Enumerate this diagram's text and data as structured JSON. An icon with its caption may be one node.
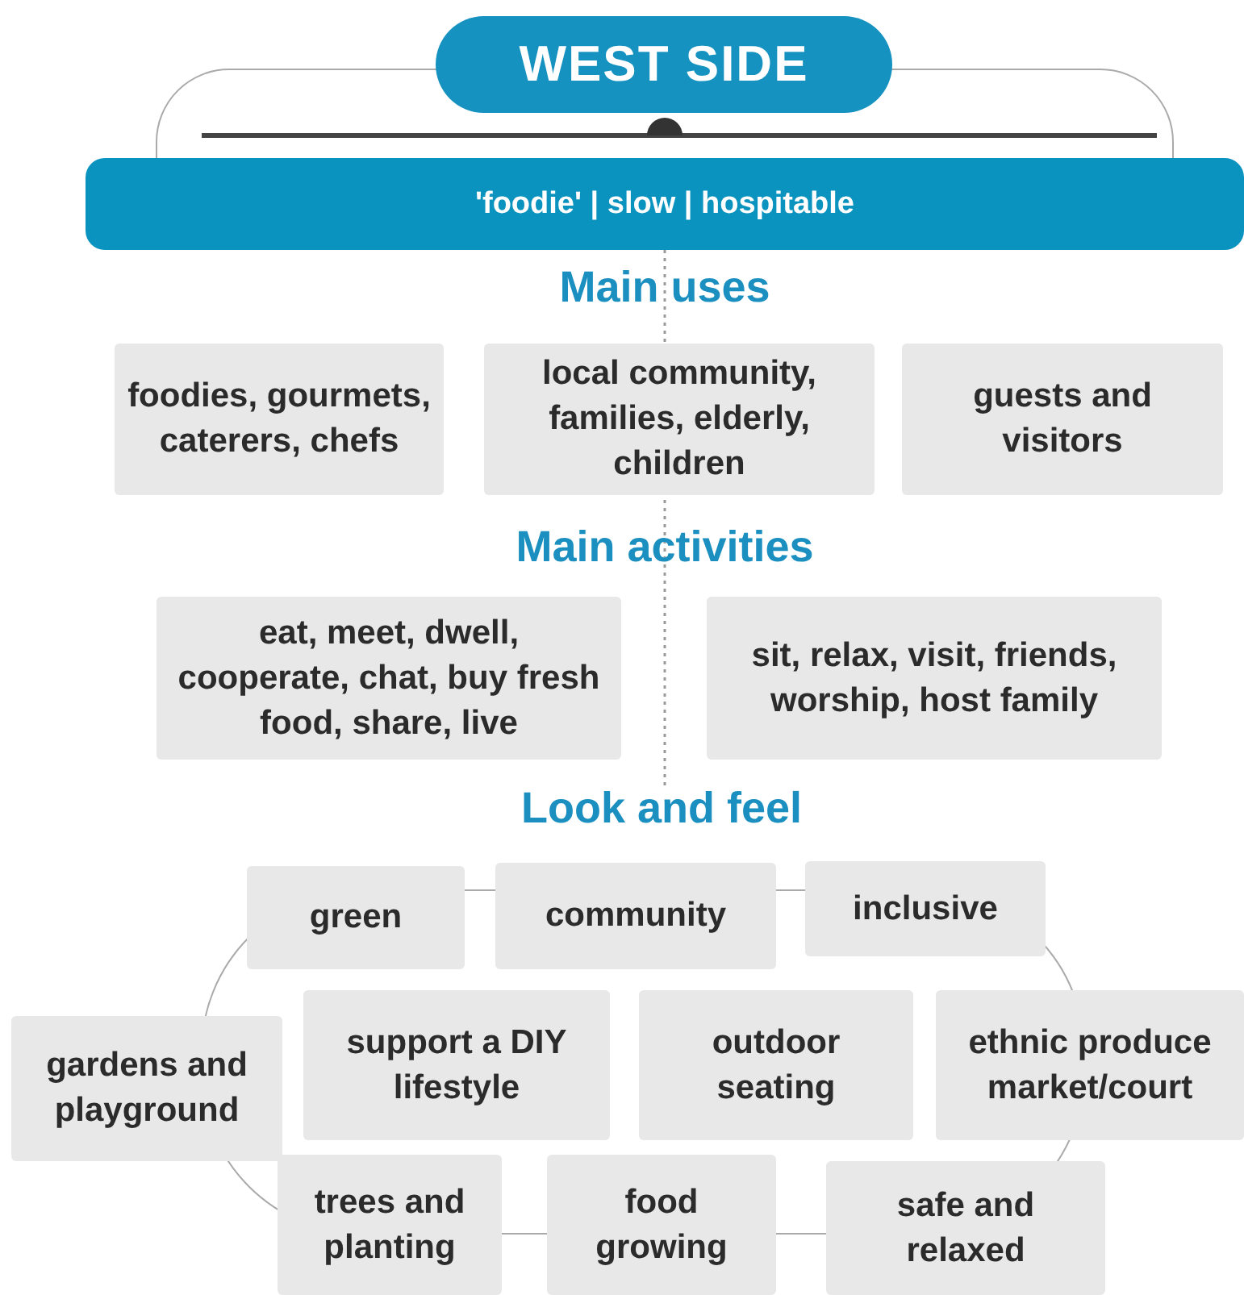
{
  "diagram": {
    "title": "WEST SIDE",
    "nodes": [
      {
        "text": [
          "'foodie' | slow | hospitable"
        ]
      },
      {
        "text": [
          "foodies, gourmets, caterers, chefs"
        ]
      },
      {
        "text": [
          "local community, families, elderly, children"
        ]
      },
      {
        "text": [
          "guests and visitors"
        ]
      },
      {
        "text": [
          "eat, meet, dwell, cooperate, chat, buy fresh food, share, live"
        ]
      },
      {
        "text": [
          "sit, relax, visit, friends, worship, host family"
        ]
      },
      {
        "text": [
          "green"
        ]
      },
      {
        "text": [
          "community"
        ]
      },
      {
        "text": [
          "inclusive"
        ]
      },
      {
        "text": [
          "gardens and playground"
        ]
      },
      {
        "text": [
          "support a DIY lifestyle"
        ]
      },
      {
        "text": [
          "outdoor seating"
        ]
      },
      {
        "text": [
          "ethnic produce market/court"
        ]
      },
      {
        "text": [
          "trees and planting"
        ]
      },
      {
        "text": [
          "food growing"
        ]
      },
      {
        "text": [
          "safe and relaxed"
        ]
      }
    ],
    "edges": [],
    "labels": [
      "Main uses",
      "Main activities",
      "Look and feel"
    ]
  }
}
